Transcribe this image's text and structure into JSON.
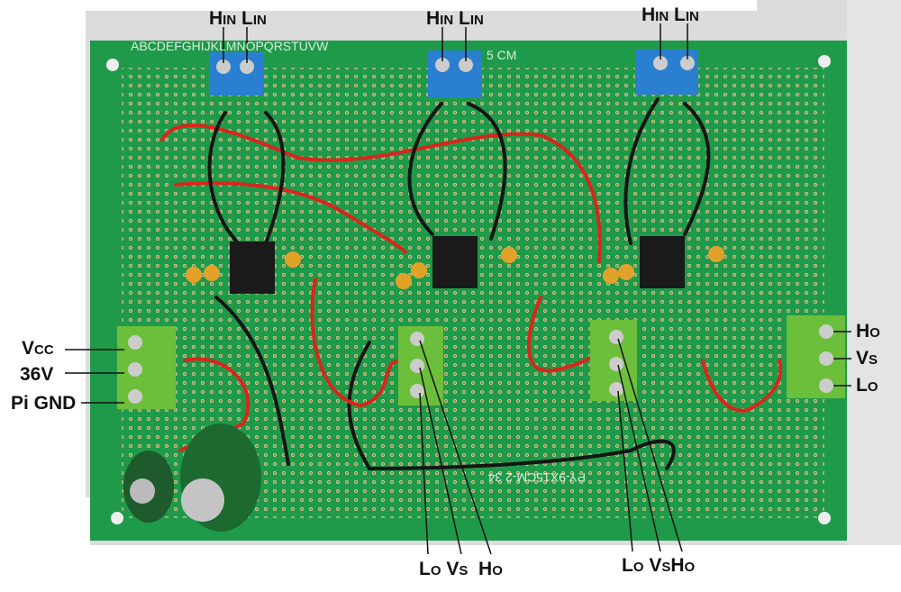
{
  "top_labels": [
    {
      "h": "H",
      "h_sub": "IN",
      "l": "L",
      "l_sub": "IN"
    },
    {
      "h": "H",
      "h_sub": "IN",
      "l": "L",
      "l_sub": "IN"
    },
    {
      "h": "H",
      "h_sub": "IN",
      "l": "L",
      "l_sub": "IN"
    }
  ],
  "power_labels": {
    "vcc": "V",
    "vcc_sub": "CC",
    "v36": "36V",
    "gnd": "Pi GND"
  },
  "right_labels": {
    "ho": "H",
    "ho_sub": "O",
    "vs": "V",
    "vs_sub": "S",
    "lo": "L",
    "lo_sub": "O"
  },
  "bottom_labels": [
    {
      "lo": "L",
      "lo_sub": "O",
      "vs": "V",
      "vs_sub": "S",
      "ho": "H",
      "ho_sub": "O"
    },
    {
      "lo": "L",
      "lo_sub": "O",
      "vs": "V",
      "vs_sub": "S",
      "ho": "H",
      "ho_sub": "O"
    }
  ],
  "board_text": {
    "size": "5 CM",
    "model": "PY-9X15CM-2 34",
    "columns": "ABCDEFGHIJKLMNOPQRSTUVW"
  },
  "colors": {
    "board": "#1f9a4a",
    "terminal_blue": "#2a7fd0",
    "terminal_green": "#6cbf3a",
    "wire_red": "#d8261c",
    "wire_black": "#151515"
  }
}
